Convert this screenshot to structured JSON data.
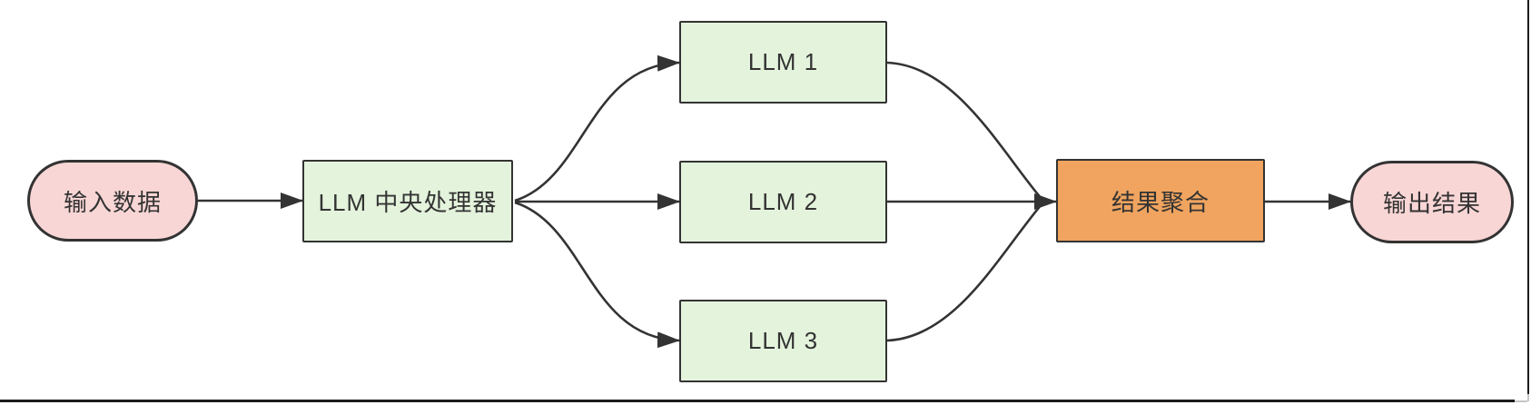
{
  "colors": {
    "canvas_bg": "#ffffff",
    "pink_fill": "#f8d6d5",
    "green_fill": "#e4f3dc",
    "orange_fill": "#f0a45f",
    "stroke": "#333333",
    "text": "#333333",
    "frame_line": "#1c1c1c"
  },
  "nodes": {
    "input": {
      "label": "输入数据"
    },
    "processor": {
      "label": "LLM 中央处理器"
    },
    "llm1": {
      "label": "LLM 1"
    },
    "llm2": {
      "label": "LLM 2"
    },
    "llm3": {
      "label": "LLM 3"
    },
    "aggregator": {
      "label": "结果聚合"
    },
    "output": {
      "label": "输出结果"
    }
  },
  "edges": [
    {
      "from": "input",
      "to": "processor"
    },
    {
      "from": "processor",
      "to": "llm1"
    },
    {
      "from": "processor",
      "to": "llm2"
    },
    {
      "from": "processor",
      "to": "llm3"
    },
    {
      "from": "llm1",
      "to": "aggregator"
    },
    {
      "from": "llm2",
      "to": "aggregator"
    },
    {
      "from": "llm3",
      "to": "aggregator"
    },
    {
      "from": "aggregator",
      "to": "output"
    }
  ]
}
